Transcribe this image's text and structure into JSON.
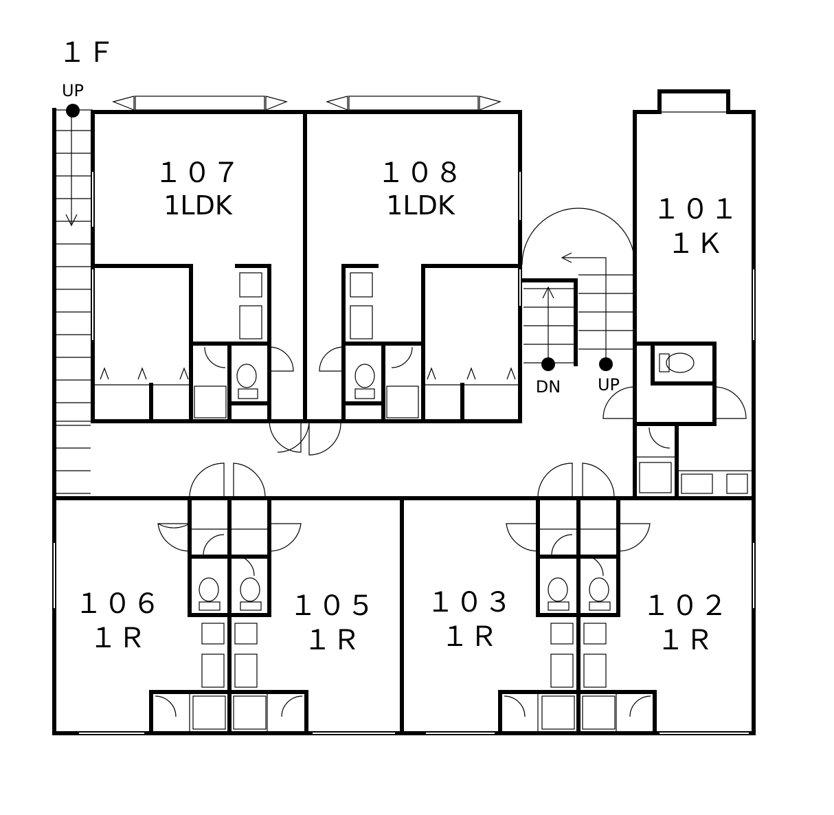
{
  "floor_label": "１Ｆ",
  "markers": {
    "up_left": "UP",
    "dn": "DN",
    "up_center": "UP"
  },
  "rooms": [
    {
      "id": "107",
      "number": "１０７",
      "type": "1LDK"
    },
    {
      "id": "108",
      "number": "１０８",
      "type": "1LDK"
    },
    {
      "id": "101",
      "number": "１０１",
      "type": "１Ｋ"
    },
    {
      "id": "106",
      "number": "１０６",
      "type": "１Ｒ"
    },
    {
      "id": "105",
      "number": "１０５",
      "type": "１Ｒ"
    },
    {
      "id": "103",
      "number": "１０３",
      "type": "１Ｒ"
    },
    {
      "id": "102",
      "number": "１０２",
      "type": "１Ｒ"
    }
  ]
}
